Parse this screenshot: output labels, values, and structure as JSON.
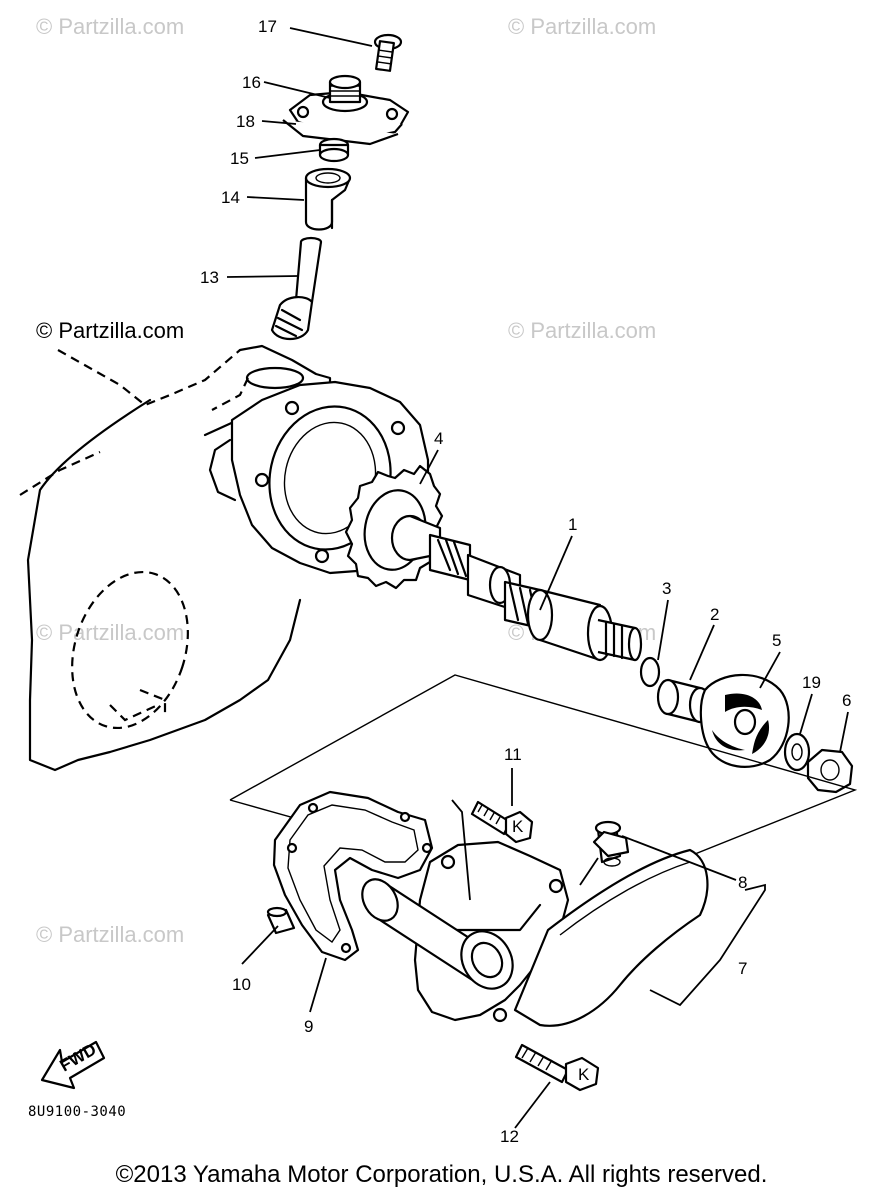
{
  "watermark": "© Partzilla.com",
  "diagram_code": "8U9100-3040",
  "copyright": "©2013 Yamaha Motor Corporation, U.S.A. All rights reserved.",
  "fwd_label": "FWD",
  "callouts": [
    "1",
    "2",
    "3",
    "4",
    "5",
    "6",
    "7",
    "8",
    "9",
    "10",
    "11",
    "12",
    "13",
    "14",
    "15",
    "16",
    "17",
    "18",
    "19"
  ]
}
